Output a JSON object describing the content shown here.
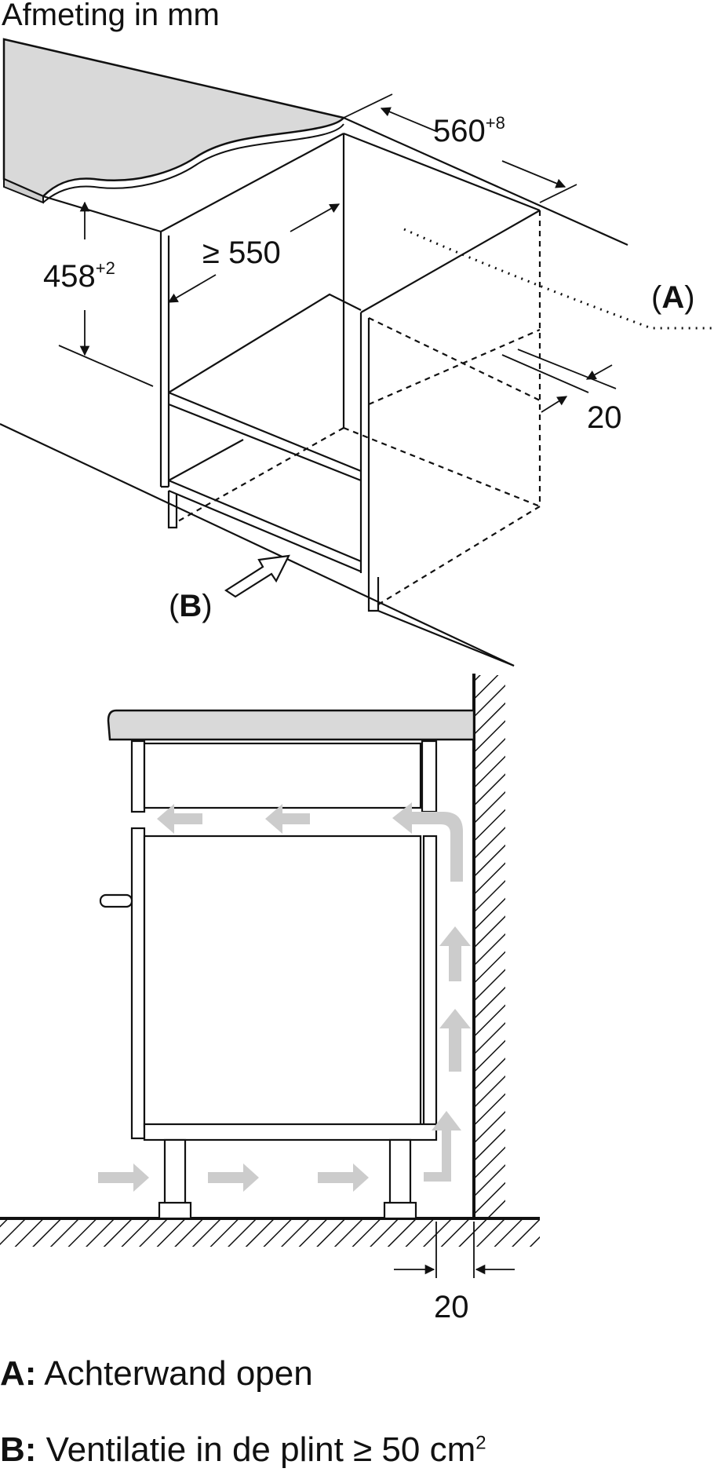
{
  "title": "Afmeting in mm",
  "top_view": {
    "dim_width": "560",
    "dim_width_tol": "+8",
    "dim_depth": "≥ 550",
    "dim_height": "458",
    "dim_height_tol": "+2",
    "dim_gap": "20",
    "callout_a": "A",
    "callout_b": "B"
  },
  "side_view": {
    "dim_gap": "20"
  },
  "legend": {
    "a_key": "A:",
    "a_text": "Achterwand open",
    "b_key": "B:",
    "b_text": "Ventilatie in de plint ≥ 50 cm",
    "b_sup": "2"
  },
  "colors": {
    "line": "#111111",
    "countertop": "#d9d9d9",
    "airflow": "#cccccc"
  }
}
